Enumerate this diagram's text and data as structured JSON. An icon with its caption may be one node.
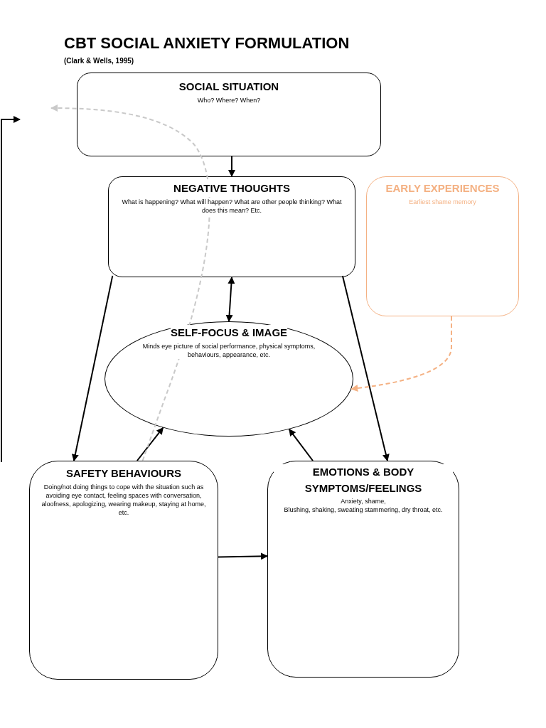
{
  "diagram": {
    "title": "CBT SOCIAL ANXIETY FORMULATION",
    "nodes": [
      {
        "text": [
          "SOCIAL SITUATION",
          "Who? Where? When?"
        ]
      },
      {
        "text": [
          "NEGATIVE THOUGHTS",
          "What is happening? What will happen? What are other people thinking? What does this mean? Etc."
        ]
      },
      {
        "text": [
          "EARLY EXPERIENCES",
          "Earliest shame memory"
        ]
      },
      {
        "text": [
          "SELF-FOCUS & IMAGE",
          "Minds eye picture of social performance, physical symptoms, behaviours, appearance, etc."
        ]
      },
      {
        "text": [
          "SAFETY BEHAVIOURS",
          "Doing/not doing things to cope with the situation such as avoiding eye contact, feeling spaces with conversation, aloofness, apologizing, wearing makeup, staying at home, etc."
        ]
      },
      {
        "text": [
          "EMOTIONS & BODY SYMPTOMS/FEELINGS",
          "Anxiety, shame,",
          "Blushing, shaking, sweating stammering, dry throat, etc."
        ]
      }
    ],
    "edges": [
      {
        "from": 0,
        "to": 1,
        "arrow": "to"
      },
      {
        "from": 1,
        "to": 3,
        "arrow": "both"
      },
      {
        "from": 1,
        "to": 4,
        "arrow": "to"
      },
      {
        "from": 1,
        "to": 5,
        "arrow": "to"
      },
      {
        "from": 4,
        "to": 3,
        "arrow": "to"
      },
      {
        "from": 5,
        "to": 3,
        "arrow": "to"
      },
      {
        "from": 4,
        "to": 5,
        "arrow": "to"
      },
      {
        "from": 2,
        "to": 3,
        "arrow": "to",
        "style": "dashed",
        "color": "#f4b183"
      },
      {
        "from": 4,
        "to": null,
        "arrow": "to",
        "style": "dashed",
        "color": "#c9c9c9"
      }
    ],
    "labels": [
      "(Clark & Wells, 1995)"
    ]
  }
}
